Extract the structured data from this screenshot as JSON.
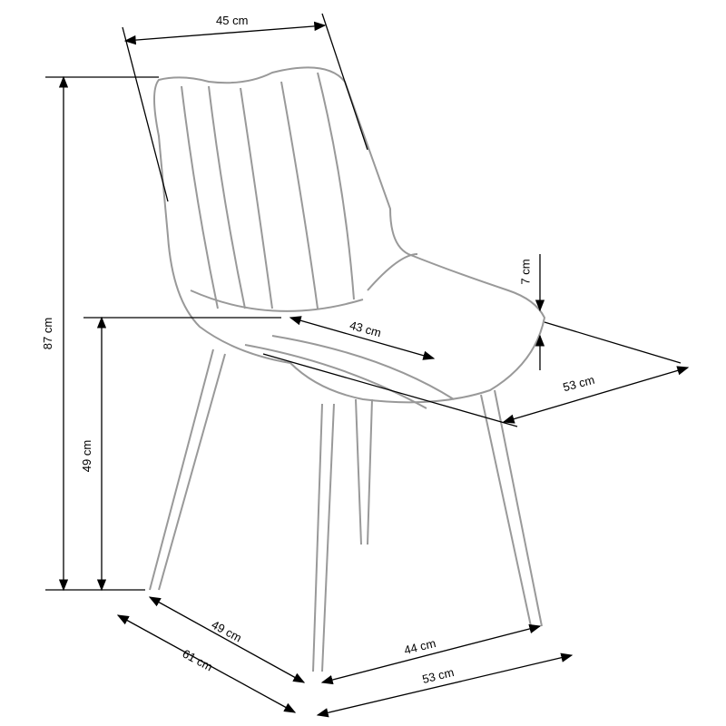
{
  "dimensions": {
    "top_width": "45 cm",
    "total_height": "87 cm",
    "seat_height": "49 cm",
    "seat_depth": "43 cm",
    "seat_thickness": "7 cm",
    "side_depth": "53 cm",
    "leg_depth": "49 cm",
    "total_depth": "61 cm",
    "leg_width": "44 cm",
    "total_width": "53 cm"
  }
}
